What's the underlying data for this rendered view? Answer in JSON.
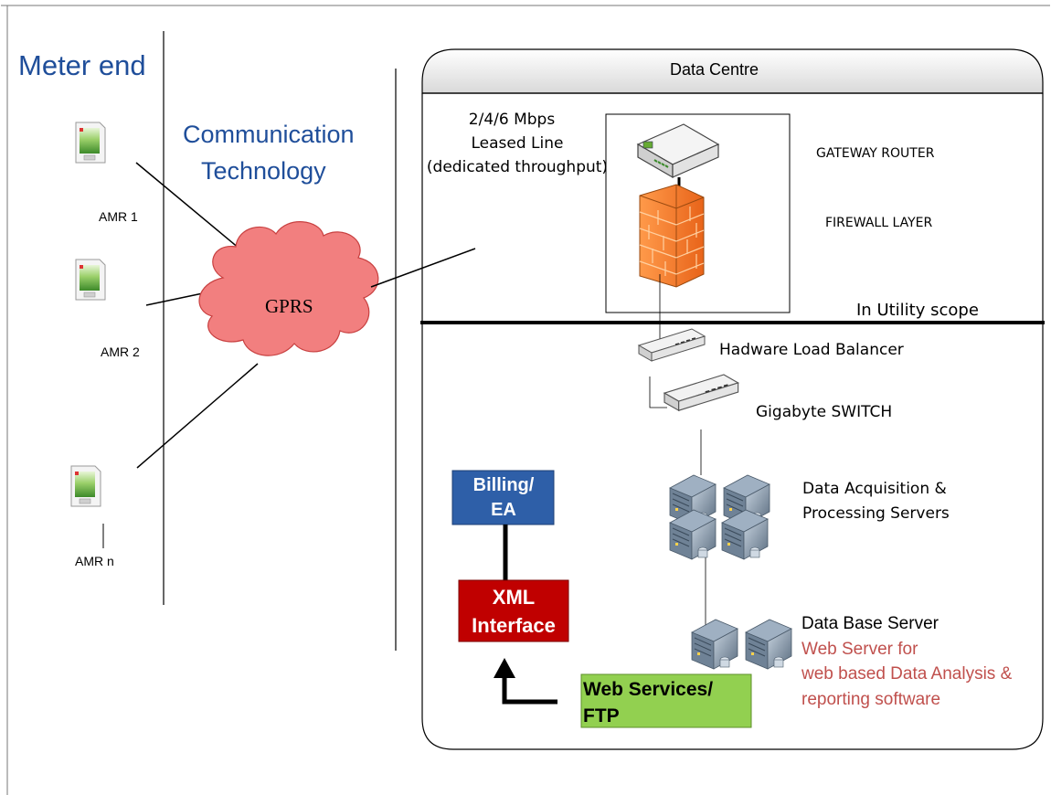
{
  "meter_end": {
    "title": "Meter end",
    "meters": [
      {
        "label": "AMR 1"
      },
      {
        "label": "AMR 2"
      },
      {
        "label": "AMR n"
      }
    ]
  },
  "communication": {
    "title_line1": "Communication",
    "title_line2": "Technology",
    "cloud_label": "GPRS"
  },
  "data_centre": {
    "title": "Data Centre",
    "leased_line": {
      "line1": "2/4/6 Mbps",
      "line2": "Leased Line",
      "line3": "(dedicated throughput)"
    },
    "gateway_router": "GATEWAY ROUTER",
    "firewall": "FIREWALL LAYER",
    "utility_scope": "In Utility scope",
    "load_balancer": "Hadware Load Balancer",
    "switch": "Gigabyte SWITCH",
    "acq_servers_line1": "Data Acquisition &",
    "acq_servers_line2": "Processing Servers",
    "db_server": "Data Base Server",
    "web_server_line1": "Web Server for",
    "web_server_line2": "web based Data Analysis &",
    "web_server_line3": "reporting software",
    "billing_line1": "Billing/",
    "billing_line2": "EA",
    "xml_line1": "XML",
    "xml_line2": "Interface",
    "ws_line1": "Web Services/",
    "ws_line2": "FTP"
  },
  "colors": {
    "comm_blue": "#1f4e9a",
    "cloud_fill": "#f27f7f",
    "billing_blue": "#2e5fa8",
    "xml_red": "#c00000",
    "ws_green": "#92d050",
    "web_server_red": "#c0504d"
  }
}
